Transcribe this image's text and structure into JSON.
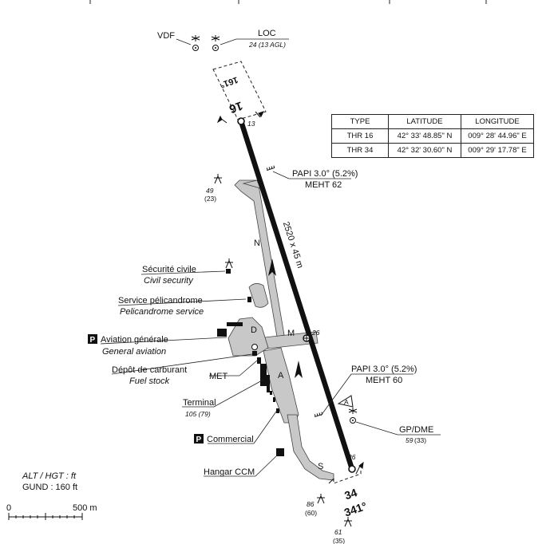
{
  "navaids": {
    "vdf": "VDF",
    "loc": "LOC",
    "loc_elev": "24 (13 AGL)",
    "gp_dme": "GP/DME",
    "gp_dme_alt": "59",
    "gp_dme_hgt": "(33)"
  },
  "runway": {
    "thr16_bearing": "161°",
    "thr16_number": "16",
    "thr16_elev": "13",
    "thr34_bearing": "341°",
    "thr34_number": "34",
    "thr34_elev": "26",
    "mid_elev": "26",
    "dimensions": "2520 x 45 m",
    "papi_n_line1": "PAPI 3.0° (5.2%)",
    "papi_n_line2": "MEHT 62",
    "papi_s_line1": "PAPI 3.0° (5.2%)",
    "papi_s_line2": "MEHT 60"
  },
  "taxiways": {
    "n": "N",
    "m": "M",
    "d": "D",
    "a": "A",
    "s": "S",
    "a_circle": "A"
  },
  "obstacles": [
    {
      "alt": "49",
      "hgt": "(23)"
    },
    {
      "alt": "86",
      "hgt": "(60)"
    },
    {
      "alt": "61",
      "hgt": "(35)"
    }
  ],
  "labels": {
    "securite_fr": "Sécurité civile",
    "securite_en": "Civil security",
    "pelican_fr": "Service pélicandrome",
    "pelican_en": "Pelicandrome service",
    "aviation_p": "P",
    "aviation_fr": "Aviation générale",
    "aviation_en": "General aviation",
    "depot_fr": "Dépôt de carburant",
    "depot_en": "Fuel stock",
    "met": "MET",
    "terminal": "Terminal",
    "terminal_alt": "105 (79)",
    "commercial_p": "P",
    "commercial": "Commercial",
    "hangar": "Hangar CCM"
  },
  "legend": {
    "alt_hgt": "ALT / HGT : ft",
    "gund": "GUND : 160 ft",
    "scale_zero": "0",
    "scale_end": "500 m"
  },
  "coord_table": {
    "headers": [
      "TYPE",
      "LATITUDE",
      "LONGITUDE"
    ],
    "rows": [
      [
        "THR 16",
        "42° 33' 48.85\" N",
        "009° 28' 44.96\" E"
      ],
      [
        "THR 34",
        "42° 32' 30.60\" N",
        "009° 29' 17.78\" E"
      ]
    ]
  },
  "colors": {
    "taxiway_fill": "#c8c8c8",
    "runway": "#111111"
  }
}
